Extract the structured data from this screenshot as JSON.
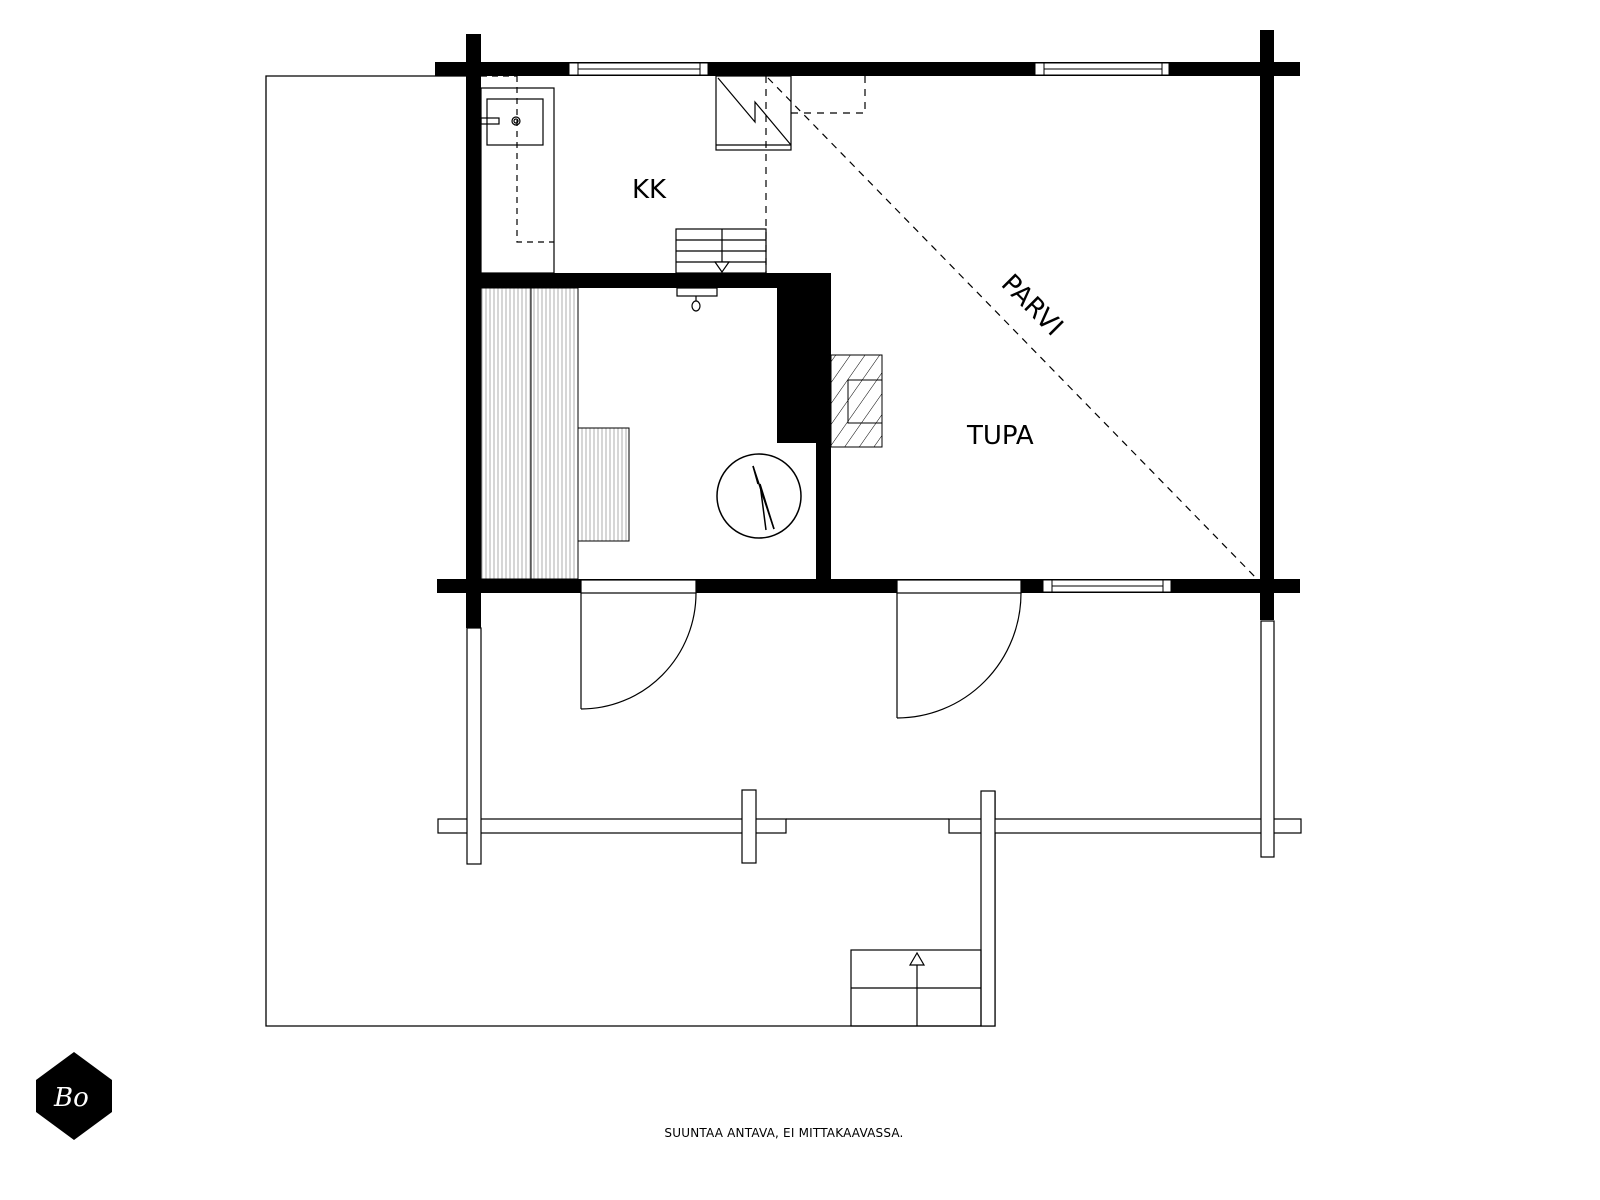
{
  "floor_plan": {
    "rooms": [
      {
        "id": "kk",
        "label": "KK"
      },
      {
        "id": "tupa",
        "label": "TUPA"
      },
      {
        "id": "parvi",
        "label": "PARVI"
      }
    ],
    "symbols": {
      "sauna_stove": "sauna-stove-icon",
      "fireplace": "fireplace-icon",
      "shower": "shower-icon",
      "sink": "sink-icon",
      "loft_ladder_arrow": "stair-arrow-icon",
      "entrance_stairs_arrow": "stair-arrow-icon",
      "refrigerator": "refrigerator-icon"
    },
    "colors": {
      "wall": "#000000",
      "line": "#000000",
      "background": "#ffffff"
    }
  },
  "footer": {
    "disclaimer": "SUUNTAA ANTAVA, EI MITTAKAAVASSA.",
    "logo_text": "Bo"
  }
}
